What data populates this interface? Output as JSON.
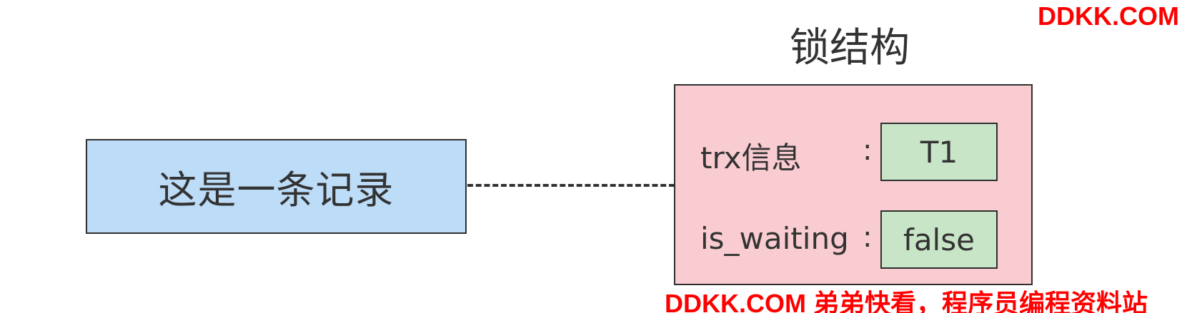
{
  "diagram": {
    "record_label": "这是一条记录",
    "lock_title": "锁结构",
    "fields": [
      {
        "label": "trx信息",
        "separator": ":",
        "value": "T1"
      },
      {
        "label": "is_waiting",
        "separator": ":",
        "value": "false"
      }
    ]
  },
  "watermarks": {
    "top_right": "DDKK.COM",
    "bottom": "DDKK.COM 弟弟快看，程序员编程资料站"
  },
  "colors": {
    "record_fill": "#bddcf8",
    "lock_fill": "#f9ccd1",
    "value_fill": "#c9e5c7",
    "border": "#2f2f2f",
    "watermark": "#ff0000"
  }
}
